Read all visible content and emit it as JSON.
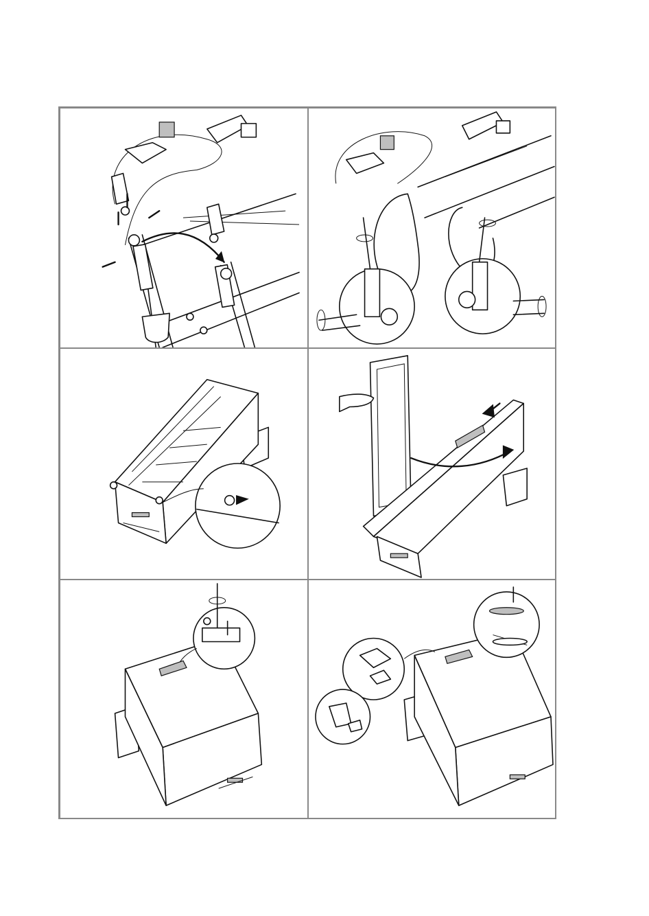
{
  "page": {
    "background": "#ffffff",
    "border_color": "#888888",
    "line_color": "#111111",
    "label_color": "#bfbfbf"
  },
  "panels": [
    {
      "id": "panel-1",
      "icon": "hinge-disassembly-icon"
    },
    {
      "id": "panel-2",
      "icon": "hinge-reassembly-icon"
    },
    {
      "id": "panel-3",
      "icon": "cabinet-plug-icon"
    },
    {
      "id": "panel-4",
      "icon": "door-swap-icon"
    },
    {
      "id": "panel-5",
      "icon": "handle-screw-icon"
    },
    {
      "id": "panel-6",
      "icon": "cover-clip-icon"
    }
  ]
}
